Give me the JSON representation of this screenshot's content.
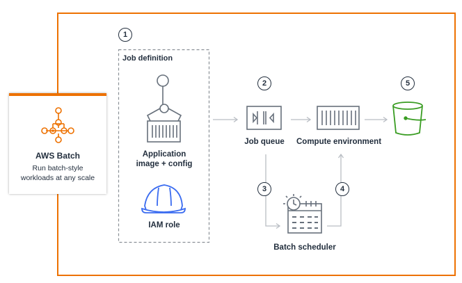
{
  "colors": {
    "frame": "#ed7100",
    "icon": "#67707b",
    "accent_blue": "#3b6cf0",
    "bucket_green": "#3a9d23",
    "text": "#232f3e"
  },
  "aws_batch": {
    "title": "AWS Batch",
    "description_line1": "Run batch-style",
    "description_line2": "workloads at any scale",
    "icon": "batch-network-icon"
  },
  "steps": [
    "1",
    "2",
    "3",
    "4",
    "5"
  ],
  "job_definition": {
    "title": "Job definition",
    "app_label_line1": "Application",
    "app_label_line2": "image + config",
    "app_icon": "robot-arm-container-icon",
    "iam_label": "IAM role",
    "iam_icon": "hard-hat-icon"
  },
  "job_queue": {
    "label": "Job queue",
    "icon": "queue-icon"
  },
  "compute_environment": {
    "label": "Compute environment",
    "icon": "container-icon"
  },
  "storage": {
    "icon": "s3-bucket-icon"
  },
  "batch_scheduler": {
    "label": "Batch scheduler",
    "icon": "calendar-clock-icon"
  }
}
